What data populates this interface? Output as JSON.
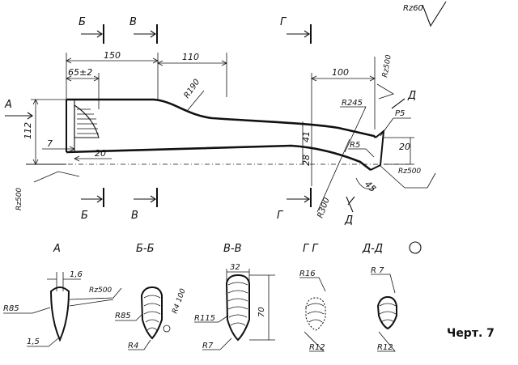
{
  "roughness": {
    "general": "Rz60"
  },
  "section_marks": {
    "b": "Б",
    "v": "В",
    "g": "Г",
    "d": "Д",
    "a": "А"
  },
  "dimensions": {
    "d150": "150",
    "d110": "110",
    "d65": "65±2",
    "d100": "100",
    "d112": "112",
    "d7": "7",
    "d20": "20",
    "d41": "41",
    "d28": "28",
    "d20r": "20",
    "d45": "45",
    "r190": "R190",
    "r245": "R245",
    "r300": "R300",
    "r5": "R5",
    "p5": "P5",
    "rz500_top": "Rz500",
    "rz500_left": "Rz500",
    "rz500_right": "Rz500"
  },
  "views": {
    "a": {
      "title": "А",
      "dims": {
        "w16": "1,6",
        "rz500": "Rz500",
        "r85": "R85",
        "b15": "1,5"
      }
    },
    "bb": {
      "title": "Б-Б",
      "dims": {
        "r85": "R85",
        "r4": "R4",
        "r4100": "R4 100"
      }
    },
    "vv": {
      "title": "В-В",
      "dims": {
        "d32": "32",
        "d70": "70",
        "r115": "R115",
        "r7": "R7"
      }
    },
    "gg": {
      "title": "Г Г",
      "dims": {
        "r16": "R16",
        "r12": "R12"
      }
    },
    "dd": {
      "title": "Д-Д",
      "dims": {
        "r7": "R 7",
        "r12": "R12"
      }
    }
  },
  "caption": "Черт. 7"
}
